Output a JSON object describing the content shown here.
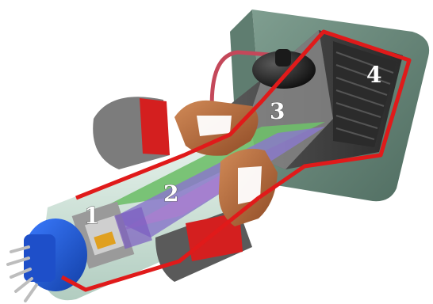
{
  "labels": {
    "part_1": "1",
    "part_2": "2",
    "part_3": "3",
    "part_4": "4"
  },
  "colors": {
    "outline_red": "#e01a1a",
    "glass": "#cfe6dc",
    "base_blue": "#1f56d8",
    "screen_frame": "#6e8f80",
    "beam_green": "#6fbf6a",
    "beam_purple": "#8a79c9",
    "coil_copper": "#b86a3c"
  }
}
